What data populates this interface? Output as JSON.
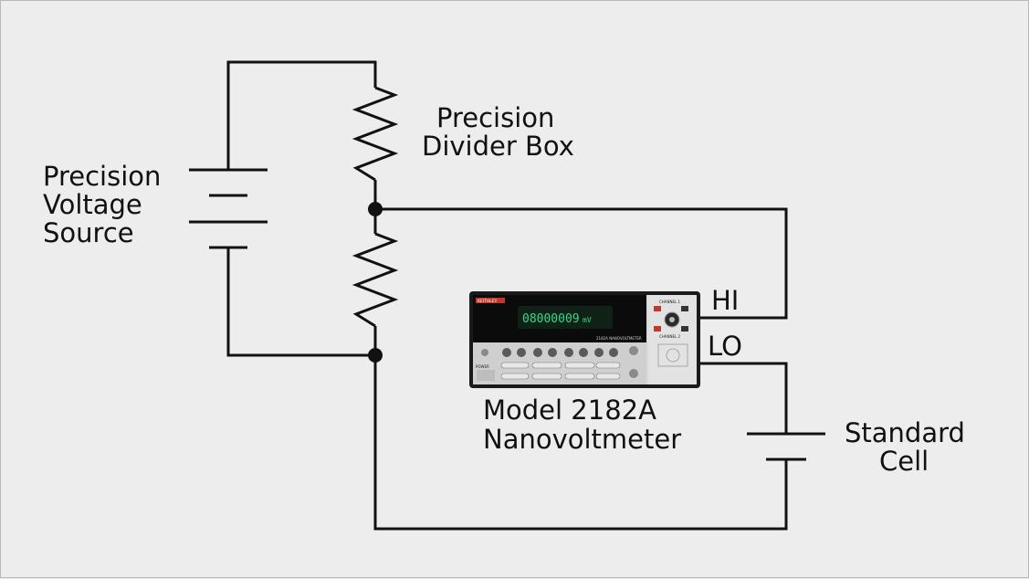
{
  "labels": {
    "source_line1": "Precision",
    "source_line2": "Voltage",
    "source_line3": "Source",
    "divider_line1": "Precision",
    "divider_line2": "Divider Box",
    "meter_line1": "Model 2182A",
    "meter_line2": "Nanovoltmeter",
    "cell_line1": "Standard",
    "cell_line2": "Cell",
    "hi": "HI",
    "lo": "LO"
  },
  "instrument": {
    "brand": "KEITHLEY",
    "display_reading": "08000009",
    "display_unit": "mV",
    "model_text": "2182A NANOVOLTMETER",
    "channel1": "CHANNEL 1",
    "channel2": "CHANNEL 2",
    "power": "POWER",
    "hi_tag": "HI",
    "lo_tag": "LO"
  },
  "colors": {
    "line": "#111111",
    "background": "#ededed",
    "meter_body": "#d9d9d9",
    "display": "#0b0b0b",
    "display_text": "#39d98a",
    "brand": "#c0392b"
  }
}
